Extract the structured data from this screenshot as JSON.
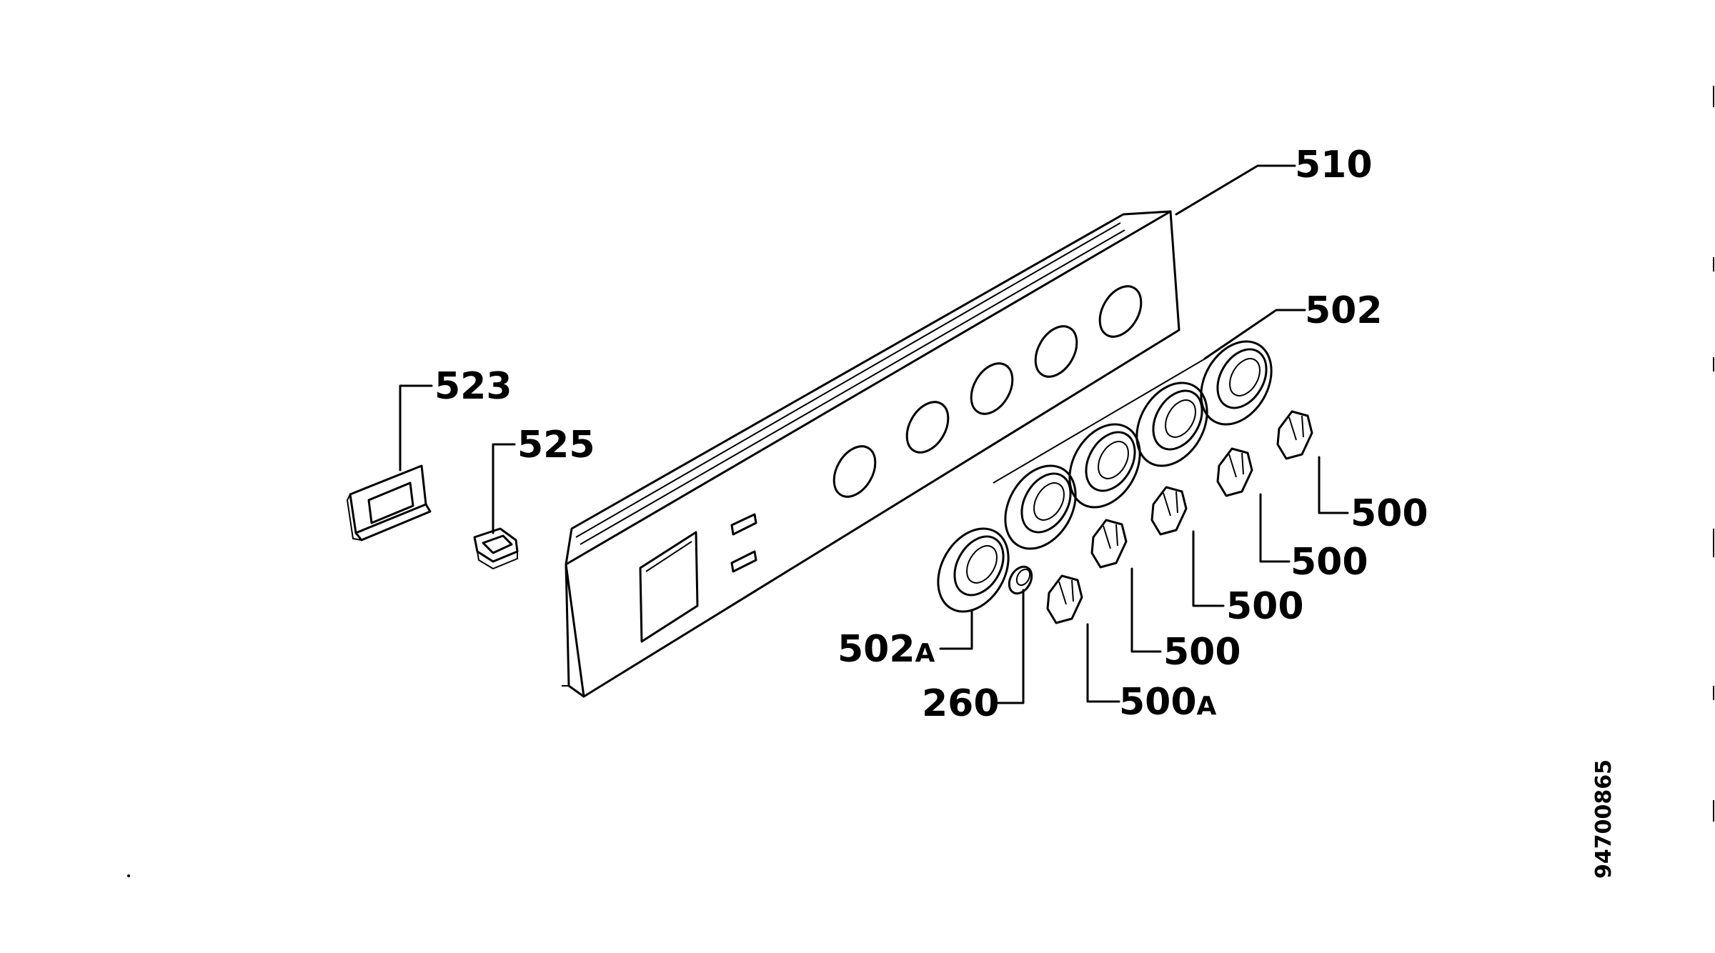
{
  "diagram": {
    "drawing_code": "94700865",
    "labels": {
      "p510": "510",
      "p502": "502",
      "p523": "523",
      "p525": "525",
      "p500_1": "500",
      "p500_2": "500",
      "p500_3": "500",
      "p500_4": "500",
      "p500a_num": "500",
      "p500a_suffix": "A",
      "p502a_num": "502",
      "p502a_suffix": "A",
      "p260": "260"
    }
  }
}
